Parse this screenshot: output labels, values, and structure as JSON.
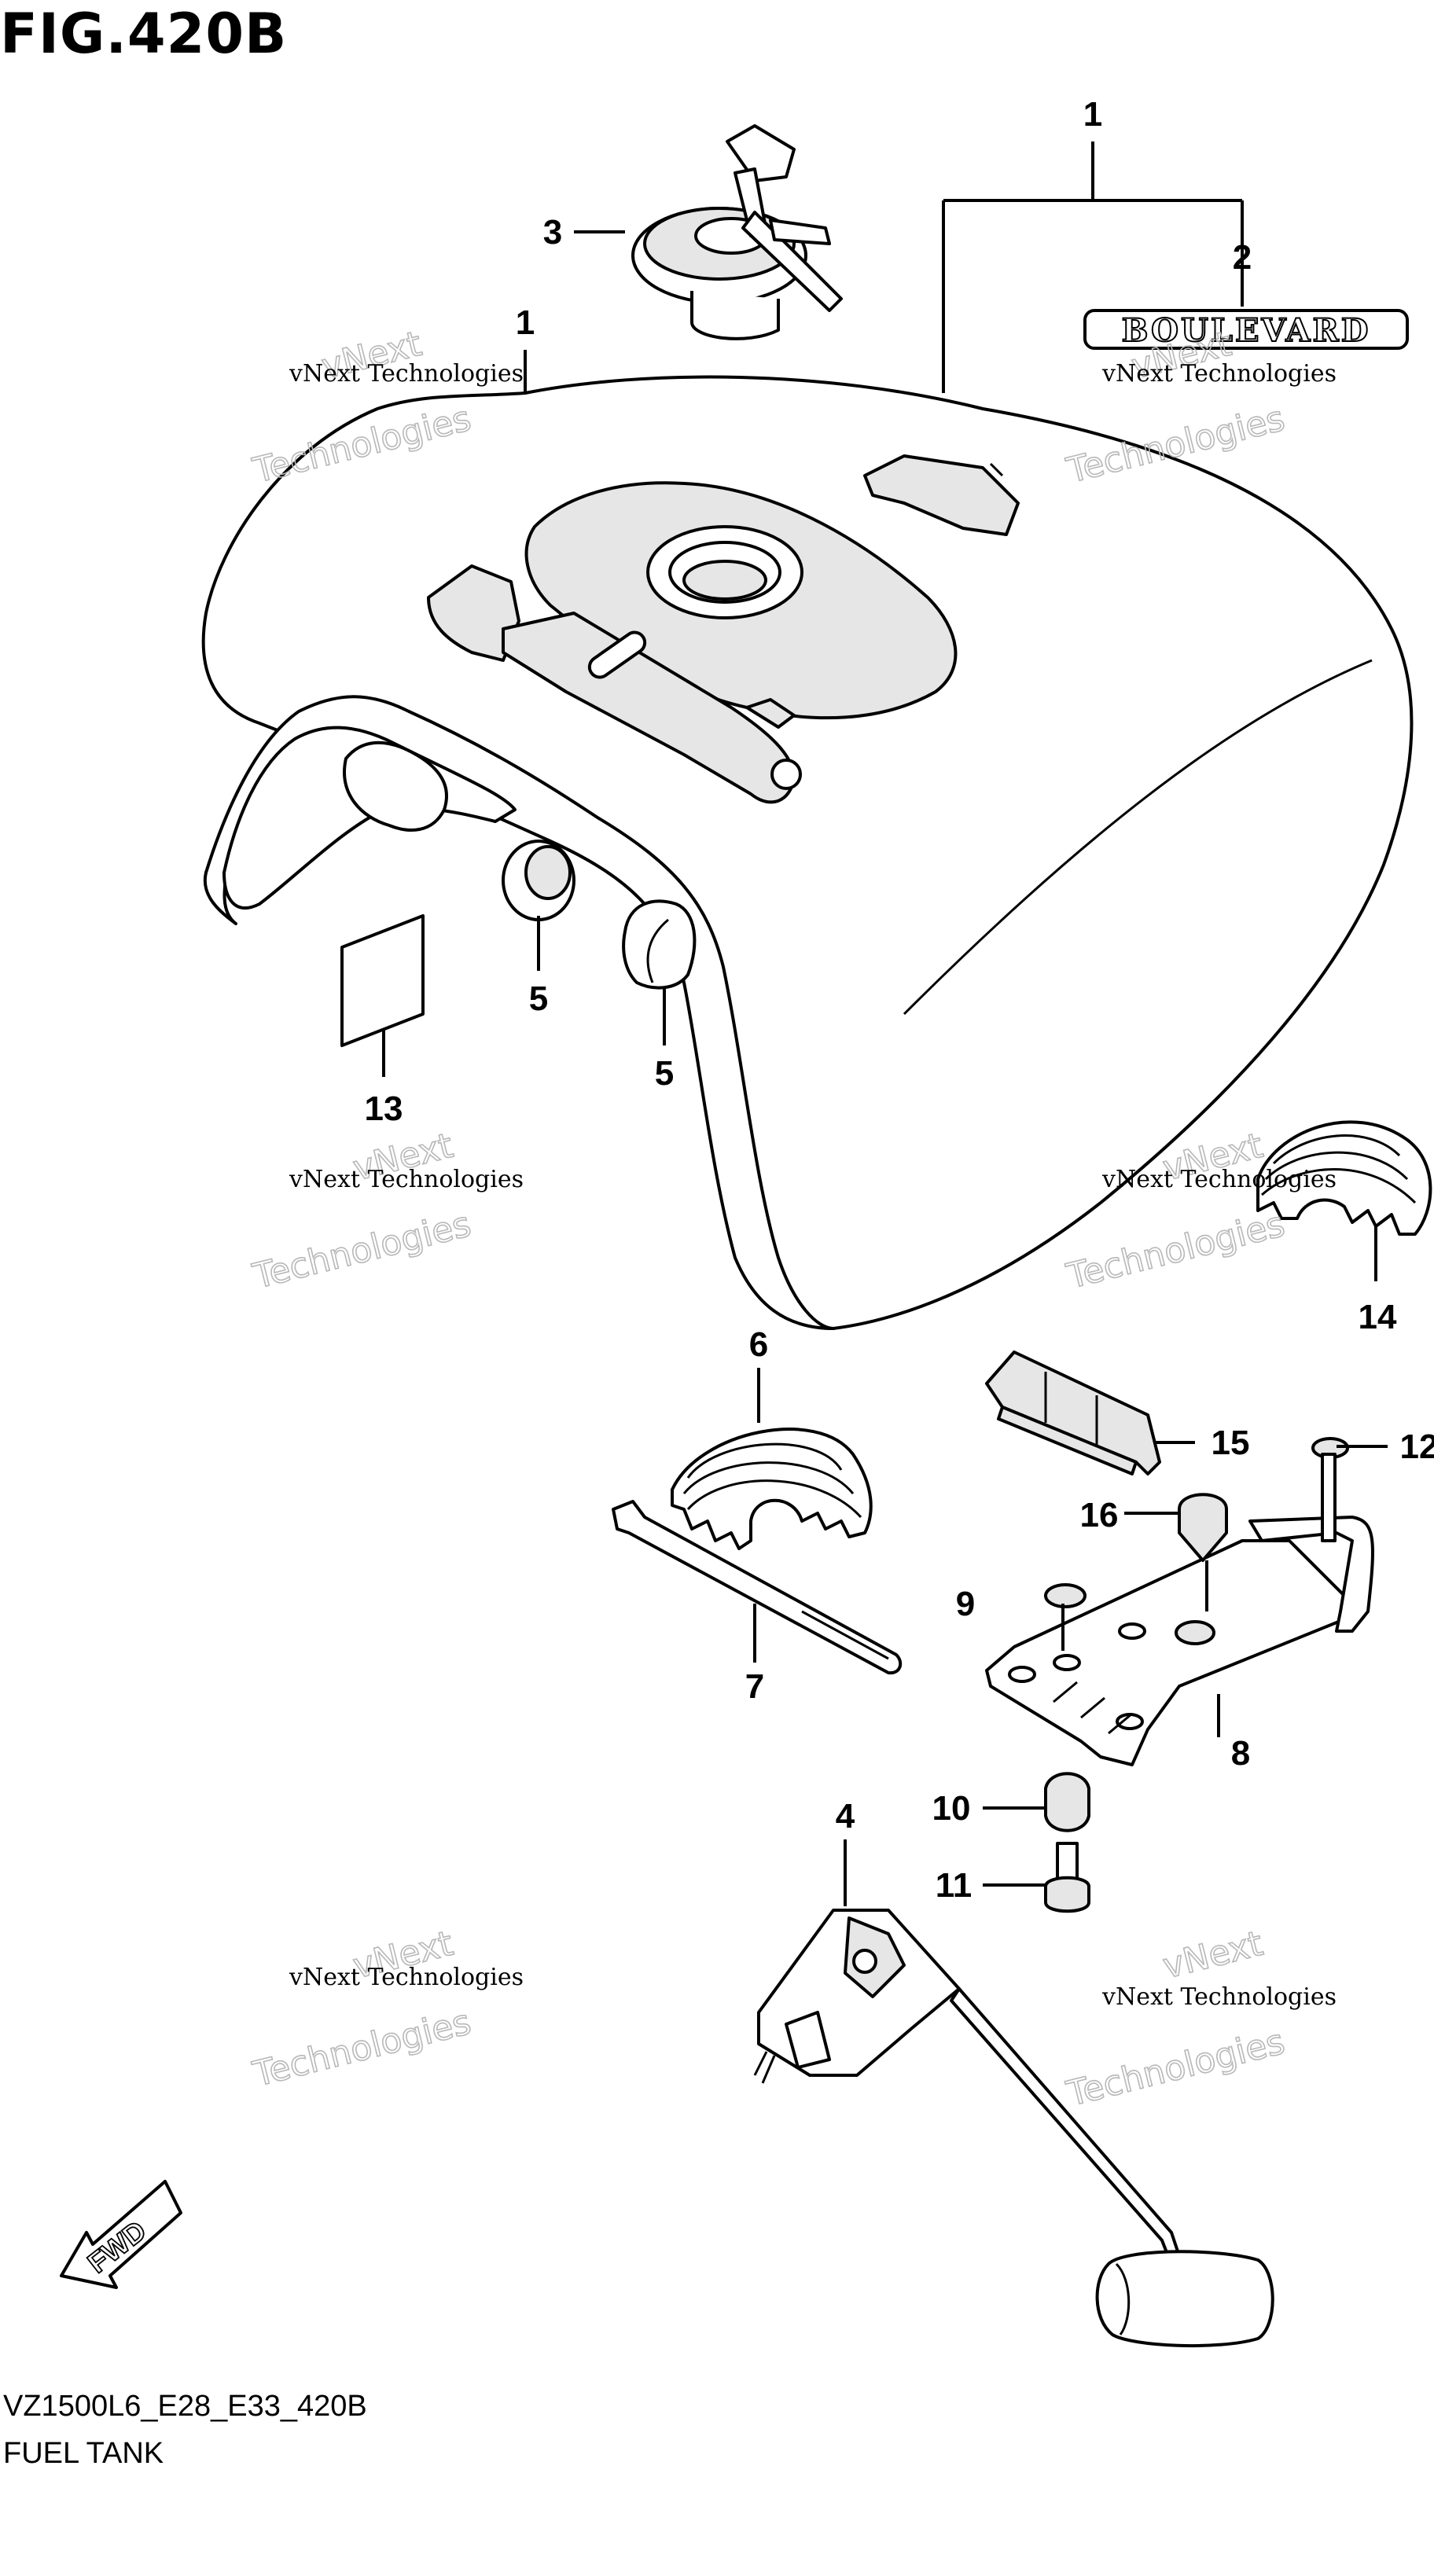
{
  "figure_title": "FIG.420B",
  "emblem_text": "BOULEVARD",
  "fwd_label": "FWD",
  "callouts": {
    "c1a": "1",
    "c1b": "1",
    "c2": "2",
    "c3": "3",
    "c4": "4",
    "c5a": "5",
    "c5b": "5",
    "c6": "6",
    "c7": "7",
    "c8": "8",
    "c9": "9",
    "c10": "10",
    "c11": "11",
    "c12": "12",
    "c13": "13",
    "c14": "14",
    "c15": "15",
    "c16": "16"
  },
  "watermark": {
    "line1": "vNext Technologies",
    "line2": "Technologies",
    "line3": "vNext"
  },
  "footer": {
    "code": "VZ1500L6_E28_E33_420B",
    "name": "FUEL TANK"
  }
}
